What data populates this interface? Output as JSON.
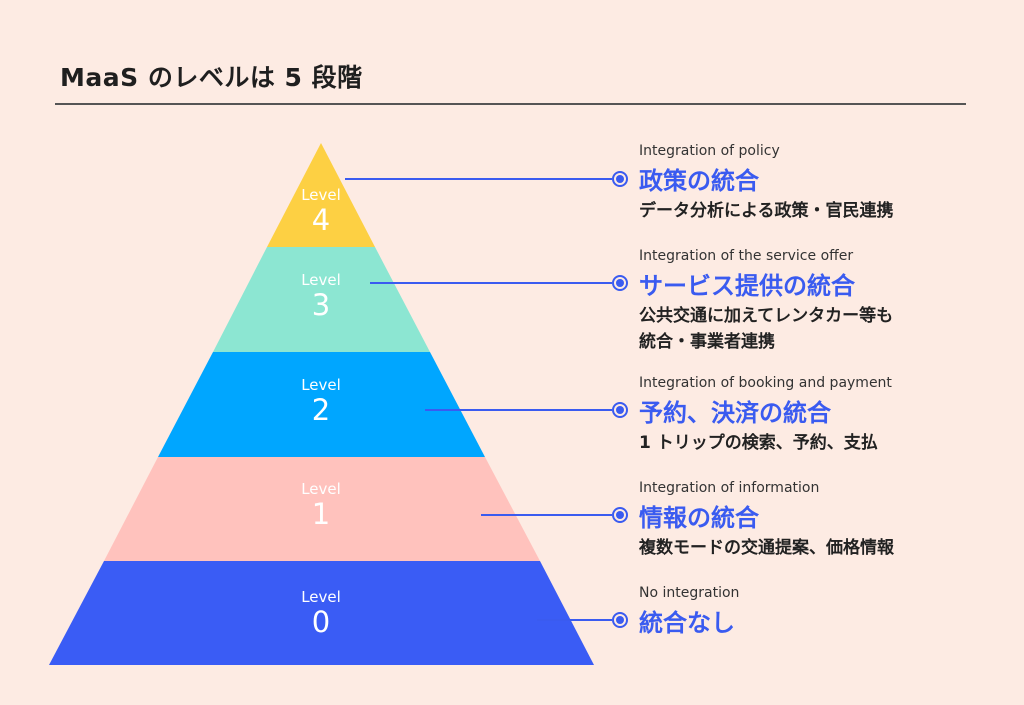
{
  "title": "MaaS のレベルは 5 段階",
  "colors": {
    "level4": "#fdd043",
    "level3": "#8ce6d2",
    "level2": "#00a6ff",
    "level1": "#ffc2bd",
    "level0": "#3a5cf5",
    "connector": "#3a5bf0"
  },
  "levels": [
    {
      "word": "Level",
      "num": "4",
      "en": "Integration of policy",
      "title": "政策の統合",
      "body": [
        "データ分析による政策・官民連携"
      ]
    },
    {
      "word": "Level",
      "num": "3",
      "en": "Integration of the service offer",
      "title": "サービス提供の統合",
      "body": [
        "公共交通に加えてレンタカー等も",
        "統合・事業者連携"
      ]
    },
    {
      "word": "Level",
      "num": "2",
      "en": "Integration of booking and payment",
      "title": "予約、決済の統合",
      "body": [
        "1 トリップの検索、予約、支払"
      ]
    },
    {
      "word": "Level",
      "num": "1",
      "en": "Integration of information",
      "title": "情報の統合",
      "body": [
        "複数モードの交通提案、価格情報"
      ]
    },
    {
      "word": "Level",
      "num": "0",
      "en": "No integration",
      "title": "統合なし",
      "body": []
    }
  ]
}
